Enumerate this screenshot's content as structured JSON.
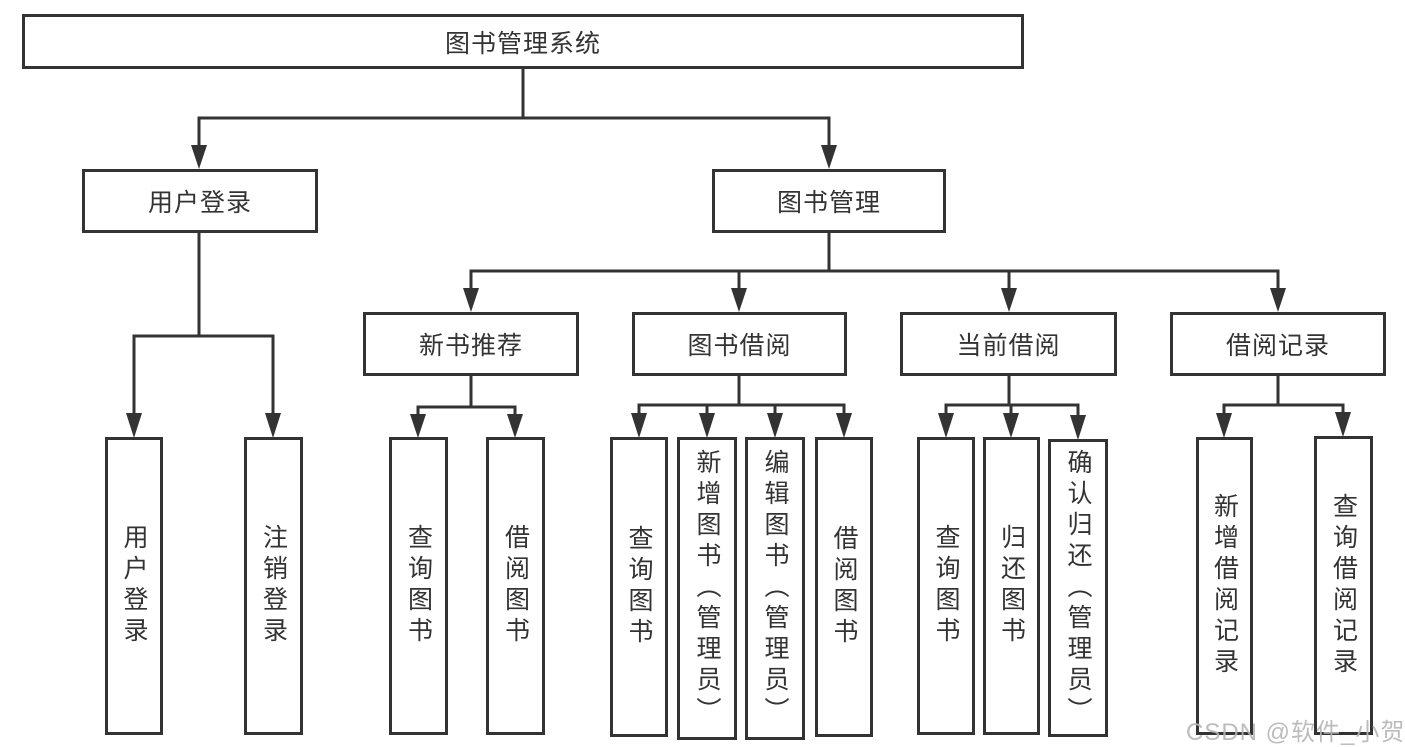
{
  "colors": {
    "background": "#ffffff",
    "line": "#333333",
    "text": "#333333",
    "watermark": "#b5b5b5"
  },
  "watermark": {
    "text": "CSDN @软件_小贺同学"
  },
  "tree": {
    "title": "图书管理系统",
    "branches": [
      {
        "label": "用户登录",
        "children": [
          {
            "label": "用户登录"
          },
          {
            "label": "注销登录"
          }
        ]
      },
      {
        "label": "图书管理",
        "children": [
          {
            "label": "新书推荐",
            "children": [
              {
                "label": "查询图书"
              },
              {
                "label": "借阅图书"
              }
            ]
          },
          {
            "label": "图书借阅",
            "children": [
              {
                "label": "查询图书"
              },
              {
                "label": "新增图书（管理员）"
              },
              {
                "label": "编辑图书（管理员）"
              },
              {
                "label": "借阅图书"
              }
            ]
          },
          {
            "label": "当前借阅",
            "children": [
              {
                "label": "查询图书"
              },
              {
                "label": "归还图书"
              },
              {
                "label": "确认归还（管理员）"
              }
            ]
          },
          {
            "label": "借阅记录",
            "children": [
              {
                "label": "新增借阅记录"
              },
              {
                "label": "查询借阅记录"
              }
            ]
          }
        ]
      }
    ]
  }
}
